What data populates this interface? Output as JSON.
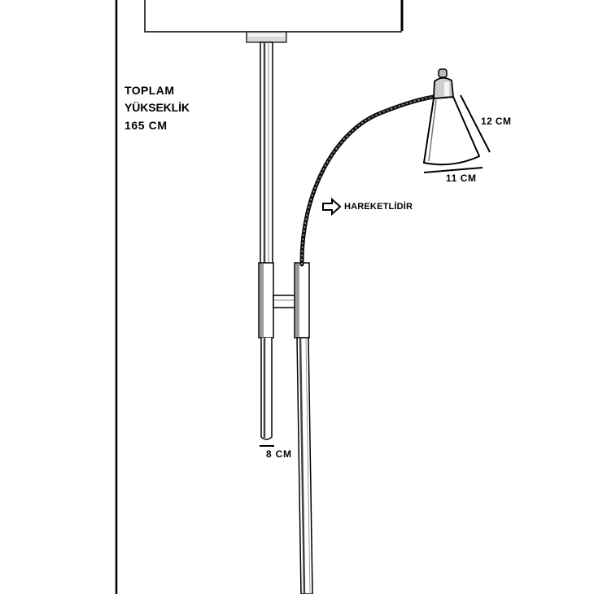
{
  "total_height": {
    "line1": "TOPLAM",
    "line2": "YÜKSEKLİK",
    "line3": "165 CM"
  },
  "dimensions": {
    "head_height": "12 CM",
    "head_width": "11 CM",
    "base_pole_width": "8 CM"
  },
  "annotations": {
    "movable": "HAREKETLİDİR",
    "movable_icon": "right-arrow-icon"
  },
  "colors": {
    "line": "#000000",
    "background": "#ffffff",
    "shading": "#9a9a9a"
  }
}
